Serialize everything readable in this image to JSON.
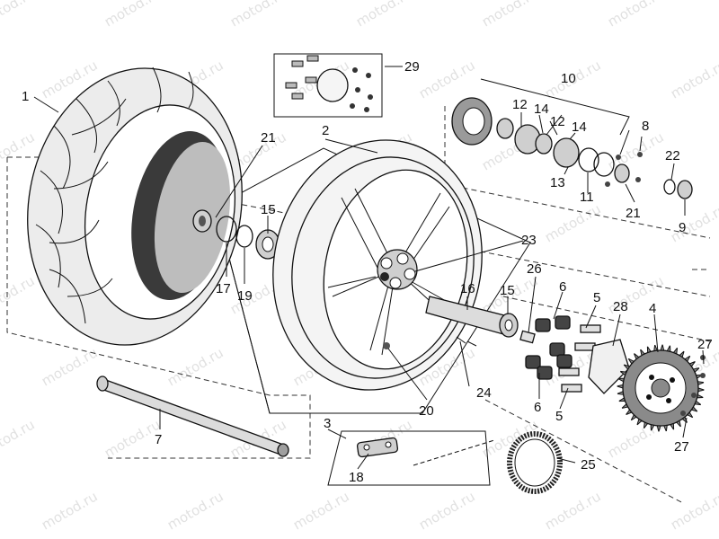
{
  "watermark": "motod.ru",
  "callouts": {
    "c1": "1",
    "c2": "2",
    "c3": "3",
    "c4": "4",
    "c5a": "5",
    "c5b": "5",
    "c6a": "6",
    "c6b": "6",
    "c7": "7",
    "c8": "8",
    "c9": "9",
    "c10": "10",
    "c11": "11",
    "c12a": "12",
    "c12b": "12",
    "c13": "13",
    "c14a": "14",
    "c14b": "14",
    "c15a": "15",
    "c15b": "15",
    "c16": "16",
    "c17": "17",
    "c18": "18",
    "c19": "19",
    "c20": "20",
    "c21a": "21",
    "c21b": "21",
    "c22": "22",
    "c23": "23",
    "c24": "24",
    "c25": "25",
    "c26": "26",
    "c27a": "27",
    "c27b": "27",
    "c28": "28",
    "c29": "29"
  },
  "colors": {
    "tire": "#e6e6e6",
    "tread": "#444444",
    "metal": "#d9d9d9",
    "dark": "#2a2a2a"
  }
}
